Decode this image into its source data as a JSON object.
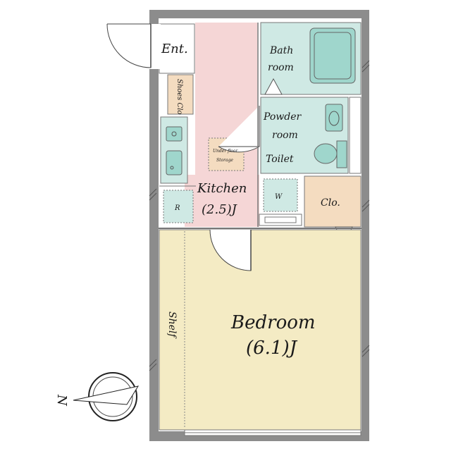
{
  "labels": {
    "entrance": "Ent.",
    "shoes_closet": "Shoes Clo",
    "bath_line1": "Bath",
    "bath_line2": "room",
    "powder_line1": "Powder",
    "powder_line2": "room",
    "toilet": "Toilet",
    "underfloor_line1": "Under floor",
    "underfloor_line2": "Storage",
    "kitchen_line1": "Kitchen",
    "kitchen_line2": "(2.5)J",
    "refrigerator": "R",
    "washer": "W",
    "closet": "Clo.",
    "shelf": "Shelf",
    "bedroom_line1": "Bedroom",
    "bedroom_line2": "(6.1)J",
    "north": "N"
  },
  "colors": {
    "wall": "#8c8c8c",
    "kitchen": "#f5d6d6",
    "bath": "#cfe9e4",
    "bedroom": "#f4ebc4",
    "closet": "#f4dcc0",
    "entrance": "#ffffff",
    "fixture": "#9fd6cc"
  },
  "icons": {
    "compass": "compass-rose-icon"
  }
}
